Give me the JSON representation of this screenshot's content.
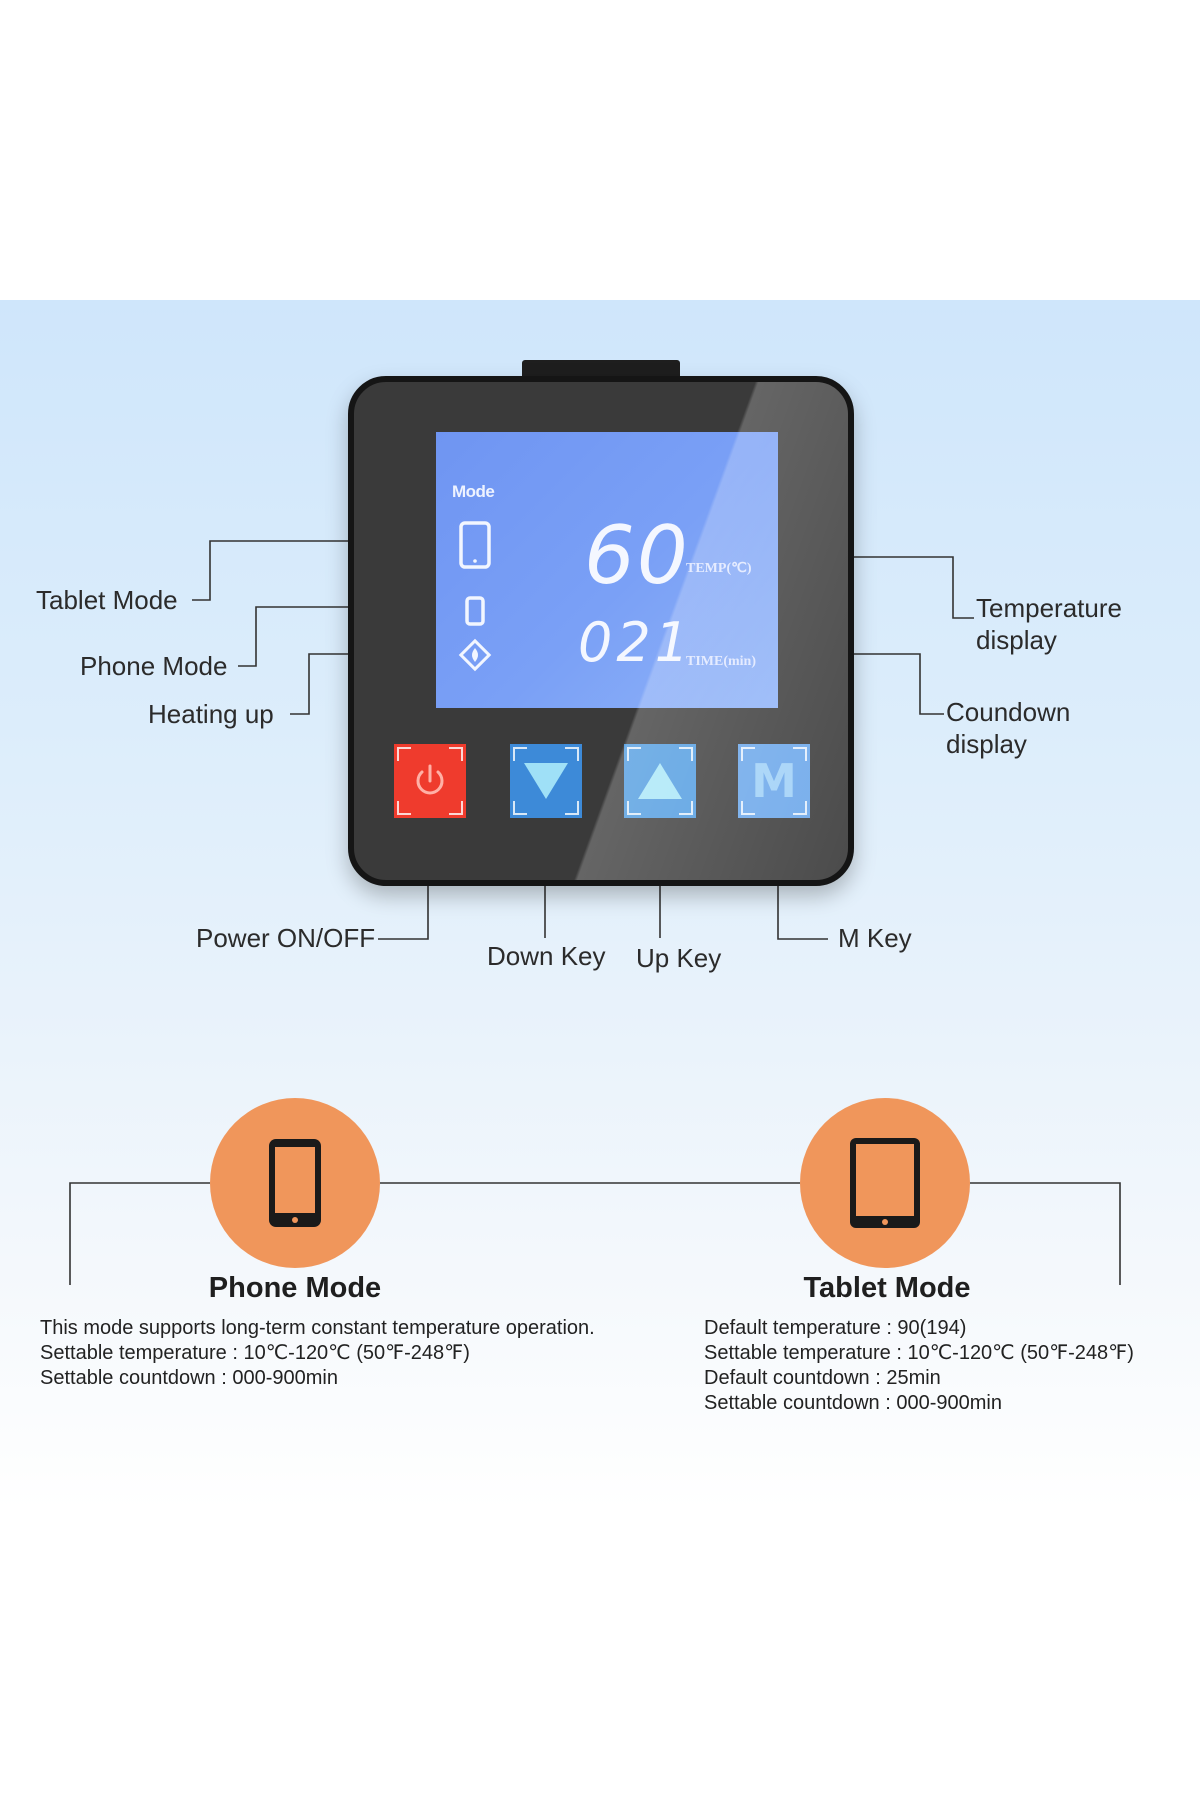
{
  "callouts": {
    "tablet_mode": "Tablet Mode",
    "phone_mode": "Phone Mode",
    "heating_up": "Heating up",
    "temperature_display": [
      "Temperature",
      "display"
    ],
    "countdown_display": [
      "Coundown",
      "display"
    ],
    "power": "Power ON/OFF",
    "down_key": "Down Key",
    "up_key": "Up Key",
    "m_key": "M Key"
  },
  "lcd": {
    "mode_label": "Mode",
    "temperature": "60",
    "temperature_unit": "TEMP(℃)",
    "countdown": "021",
    "countdown_unit": "TIME(min)"
  },
  "keys": {
    "m_label": "M"
  },
  "modes": {
    "phone": {
      "title": "Phone Mode",
      "lines": [
        "This mode supports long-term constant temperature operation.",
        "Settable temperature : 10℃-120℃ (50℉-248℉)",
        "Settable countdown : 000-900min"
      ]
    },
    "tablet": {
      "title": "Tablet Mode",
      "lines": [
        "Default temperature : 90(194)",
        "Settable temperature : 10℃-120℃ (50℉-248℉)",
        "Default countdown : 25min",
        "Settable countdown : 000-900min"
      ]
    }
  },
  "colors": {
    "lcd_blue": "#7aa0f6",
    "power_red": "#ef3b2d",
    "key_blue": "#3d8ad8",
    "mode_orange": "#f0965b",
    "device_body": "#3a3a3a"
  },
  "icons": [
    "tablet-icon",
    "phone-icon",
    "heating-icon",
    "power-icon",
    "down-arrow-icon",
    "up-arrow-icon"
  ]
}
